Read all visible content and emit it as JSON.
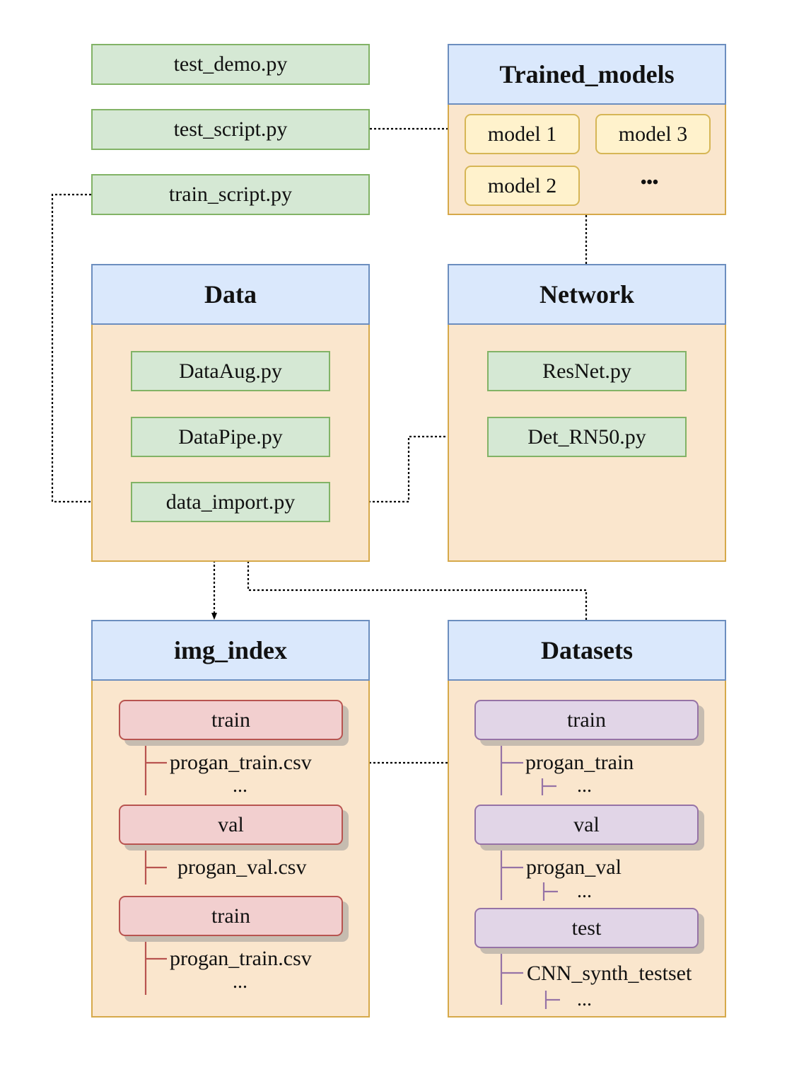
{
  "files": {
    "test_demo": "test_demo.py",
    "test_script": "test_script.py",
    "train_script": "train_script.py"
  },
  "trained_models": {
    "title": "Trained_models",
    "models": [
      "model 1",
      "model 3",
      "model 2"
    ],
    "more": "•••"
  },
  "data": {
    "title": "Data",
    "files": [
      "DataAug.py",
      "DataPipe.py",
      "data_import.py"
    ]
  },
  "network": {
    "title": "Network",
    "files": [
      "ResNet.py",
      "Det_RN50.py"
    ]
  },
  "img_index": {
    "title": "img_index",
    "groups": [
      {
        "label": "train",
        "file": "progan_train.csv",
        "more": "..."
      },
      {
        "label": "val",
        "file": "progan_val.csv"
      },
      {
        "label": "train",
        "file": "progan_train.csv",
        "more": "..."
      }
    ]
  },
  "datasets": {
    "title": "Datasets",
    "groups": [
      {
        "label": "train",
        "folder": "progan_train",
        "more": "..."
      },
      {
        "label": "val",
        "folder": "progan_val",
        "more": "..."
      },
      {
        "label": "test",
        "folder": "CNN_synth_testset",
        "more": "..."
      }
    ]
  },
  "colors": {
    "file_fill": "#d5e8d4",
    "file_stroke": "#82b366",
    "header_fill": "#dae8fc",
    "header_stroke": "#6c8ebf",
    "panel_fill": "#fae6cd",
    "panel_stroke": "#d6a94a",
    "model_fill": "#fff2cc",
    "model_stroke": "#d6b656",
    "index_fill": "#f2cfcf",
    "index_stroke": "#b85450",
    "dataset_fill": "#e1d5e7",
    "dataset_stroke": "#9673a6"
  }
}
